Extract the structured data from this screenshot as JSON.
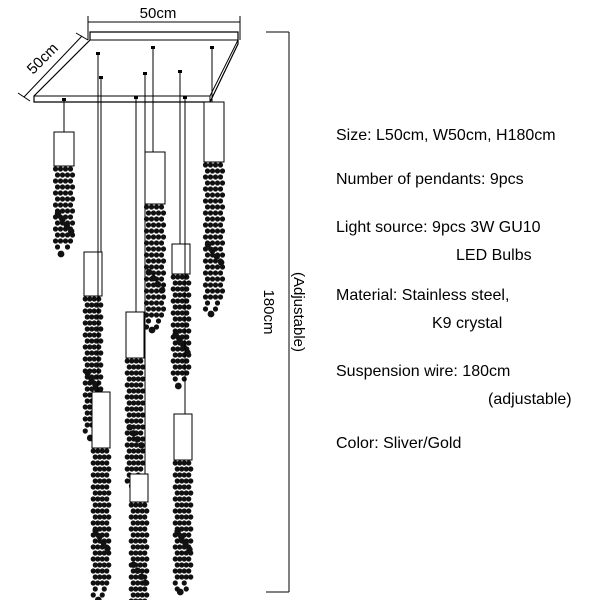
{
  "dimensions": {
    "width_label": "50cm",
    "depth_label": "50cm",
    "height_label": "180cm",
    "adjustable_label": "(Adjustable)"
  },
  "specs": [
    {
      "line1": "Size: L50cm, W50cm, H180cm",
      "line2": ""
    },
    {
      "line1": "Number of pendants: 9pcs",
      "line2": ""
    },
    {
      "line1": "Light source: 9pcs 3W GU10",
      "line2": "LED Bulbs"
    },
    {
      "line1": "Material: Stainless steel,",
      "line2": "K9 crystal"
    },
    {
      "line1": "Suspension wire: 180cm",
      "line2": "(adjustable)"
    },
    {
      "line1": "Color: Sliver/Gold",
      "line2": ""
    }
  ],
  "pendant_count": 9,
  "colors": {
    "line": "#000000",
    "crystal": "#111111",
    "canopy_fill": "#ffffff"
  }
}
